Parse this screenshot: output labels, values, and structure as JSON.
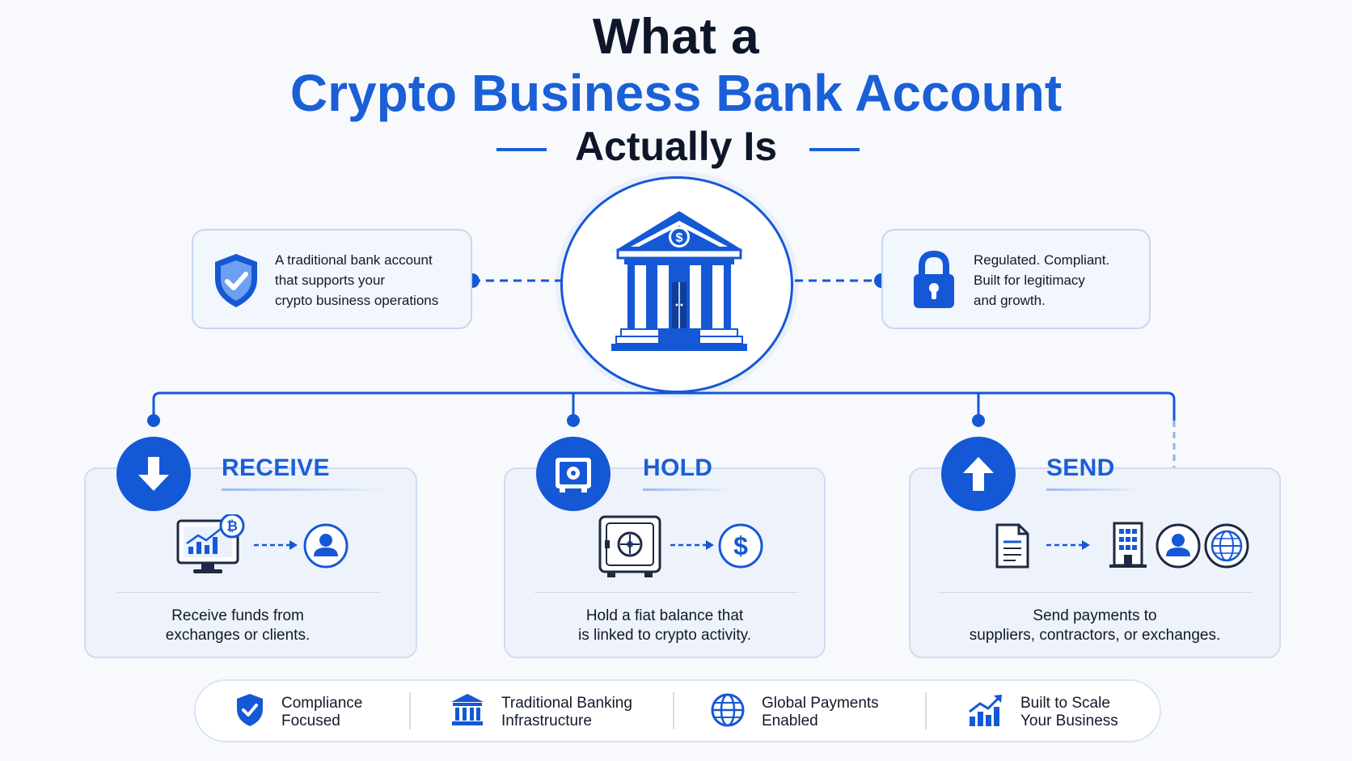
{
  "title": {
    "line1": "What a",
    "line2": "Crypto Business Bank Account",
    "line3": "Actually Is"
  },
  "left_card": {
    "line1": "A traditional bank account",
    "line2": "that supports your",
    "line3": "crypto business operations",
    "icon": "shield-check-icon"
  },
  "right_card": {
    "line1": "Regulated. Compliant.",
    "line2": "Built for legitimacy",
    "line3": "and growth.",
    "icon": "padlock-icon"
  },
  "center_icon": "bank-building-icon",
  "features": [
    {
      "title": "RECEIVE",
      "desc1": "Receive funds from",
      "desc2": "exchanges or clients.",
      "icon": "arrow-down-icon"
    },
    {
      "title": "HOLD",
      "desc1": "Hold a fiat balance that",
      "desc2": "is linked to crypto activity.",
      "icon": "vault-icon"
    },
    {
      "title": "SEND",
      "desc1": "Send payments to",
      "desc2": "suppliers, contractors, or exchanges.",
      "icon": "arrow-up-icon"
    }
  ],
  "benefits": [
    {
      "line1": "Compliance",
      "line2": "Focused",
      "icon": "shield-check-icon"
    },
    {
      "line1": "Traditional Banking",
      "line2": "Infrastructure",
      "icon": "bank-icon"
    },
    {
      "line1": "Global Payments",
      "line2": "Enabled",
      "icon": "globe-icon"
    },
    {
      "line1": "Built to Scale",
      "line2": "Your Business",
      "icon": "growth-chart-icon"
    }
  ],
  "colors": {
    "primary_blue": "#1558d6",
    "accent_blue": "#1a5fd6",
    "dark_text": "#0e1629",
    "card_bg": "#eef3fb",
    "card_border": "#cfdcf1"
  }
}
